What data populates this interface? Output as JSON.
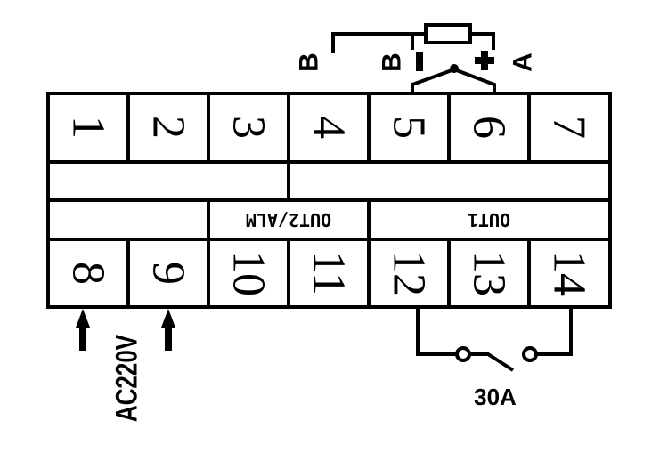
{
  "terminals_top": [
    "1",
    "2",
    "3",
    "4",
    "5",
    "6",
    "7"
  ],
  "terminals_bottom": [
    "8",
    "9",
    "10",
    "11",
    "12",
    "13",
    "14"
  ],
  "labels": {
    "out2_alm": "OUT2/ALM",
    "out1": "OUT1"
  },
  "sensor": {
    "b_left": "B",
    "b_right": "B",
    "minus": "-",
    "plus": "+",
    "a": "A"
  },
  "power": {
    "label": "AC220V"
  },
  "relay": {
    "label": "30A"
  }
}
